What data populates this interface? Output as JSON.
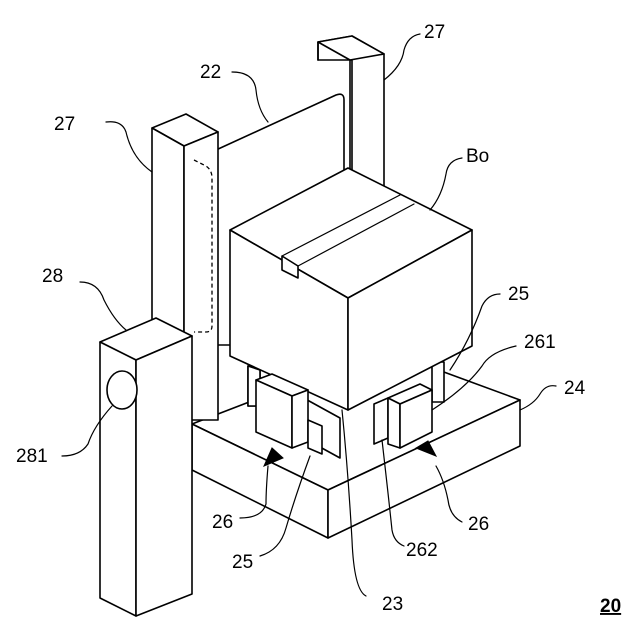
{
  "labels": {
    "l27_top": "27",
    "l22": "22",
    "l27_left": "27",
    "bo": "Bo",
    "l28": "28",
    "l25_right": "25",
    "l261": "261",
    "l24": "24",
    "l281": "281",
    "l26_left": "26",
    "l26_right": "26",
    "l25_bottom": "25",
    "l262": "262",
    "l23": "23",
    "figure_number": "20"
  }
}
